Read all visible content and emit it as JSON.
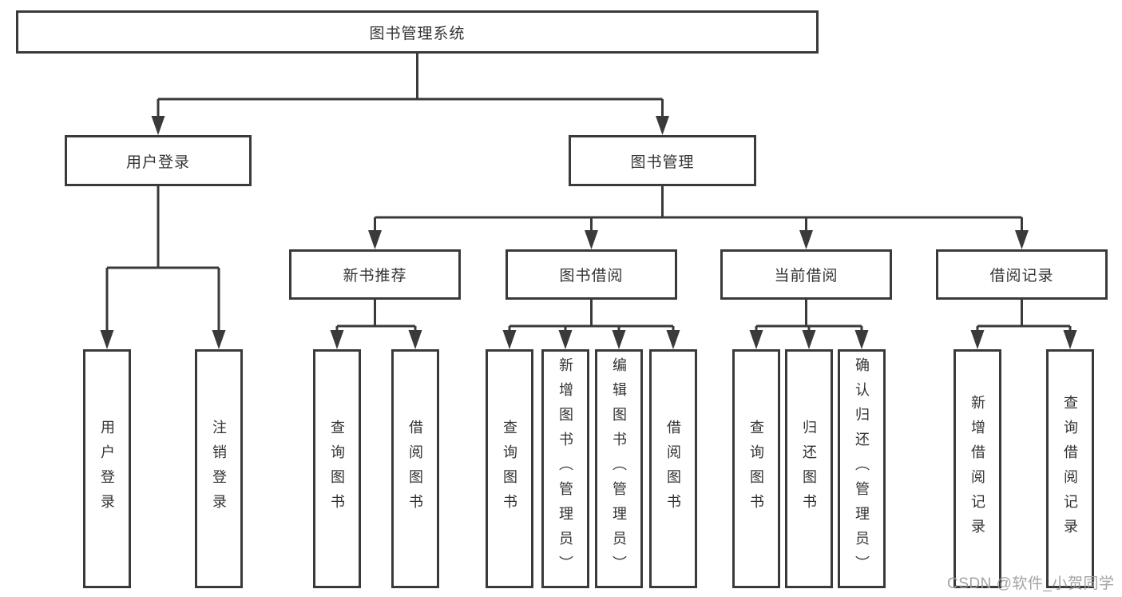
{
  "diagram": {
    "root": "图书管理系统",
    "level2": {
      "user_login": "用户登录",
      "book_mgmt": "图书管理"
    },
    "level3": {
      "new_book": "新书推荐",
      "borrow": "图书借阅",
      "current": "当前借阅",
      "records": "借阅记录"
    },
    "leaves": {
      "user_login_1": "用户登录",
      "user_login_2": "注销登录",
      "new_book_1": "查询图书",
      "new_book_2": "借阅图书",
      "borrow_1": "查询图书",
      "borrow_2": "新增图书（管理员）",
      "borrow_3": "编辑图书（管理员）",
      "borrow_4": "借阅图书",
      "current_1": "查询图书",
      "current_2": "归还图书",
      "current_3": "确认归还（管理员）",
      "records_1": "新增借阅记录",
      "records_2": "查询借阅记录"
    }
  },
  "watermark": "CSDN @软件_小贺同学",
  "colors": {
    "line": "#3a3a3a",
    "text": "#333333",
    "watermark": "#9e9e9e"
  }
}
